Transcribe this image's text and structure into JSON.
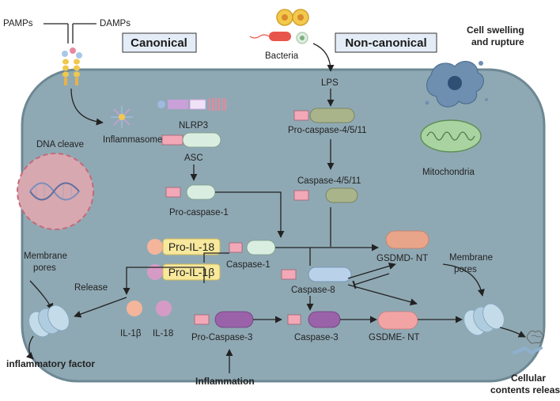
{
  "labels": {
    "pamps": "PAMPs",
    "damps": "DAMPs",
    "canonical": "Canonical",
    "non_canonical": "Non-canonical",
    "bacteria": "Bacteria",
    "lps": "LPS",
    "cell_swelling": "Cell swelling",
    "and_rupture": "and rupture",
    "nlrp3": "NLRP3",
    "inflammasome": "Inflammasome",
    "asc": "ASC",
    "pro_caspase_4511": "Pro-caspase-4/5/11",
    "dna_cleave": "DNA cleave",
    "mitochondria": "Mitochondria",
    "caspase_4511": "Caspase-4/5/11",
    "pro_caspase_1": "Pro-caspase-1",
    "pro_il18": "Pro-IL-18",
    "pro_il1b": "Pro-IL-1β",
    "caspase_1": "Caspase-1",
    "gsdmd_nt": "GSDMD- NT",
    "membrane": "Membrane",
    "pores": "pores",
    "caspase_8": "Caspase-8",
    "release": "Release",
    "il1b": "IL-1β",
    "il18": "IL-18",
    "pro_caspase_3": "Pro-Caspase-3",
    "caspase_3": "Caspase-3",
    "gsdme_nt": "GSDME- NT",
    "inflammation": "Inflammation",
    "inflammatory_factor": "inflammatory factor",
    "cellular": "Cellular",
    "contents_release": "contents release"
  },
  "colors": {
    "cell_fill": "#8fa9b4",
    "cell_stroke": "#6d8893",
    "pink": "#f2a8b6",
    "green": "#d9eee1",
    "olive": "#a9b48b",
    "purple": "#9a62a8",
    "blue": "#b9d2ea",
    "salmon": "#e8a58a",
    "label_box": "#e4edf7"
  }
}
